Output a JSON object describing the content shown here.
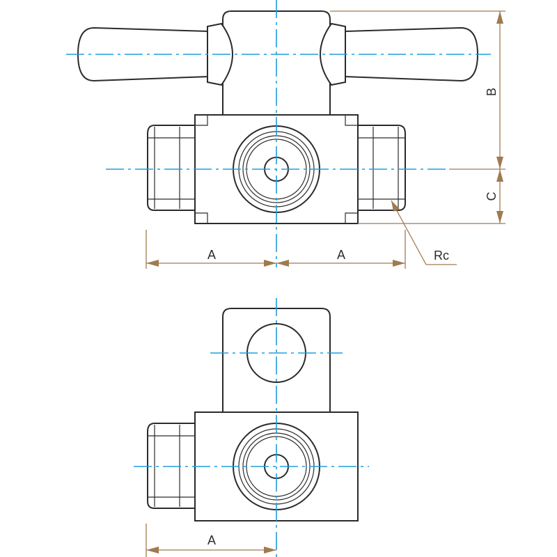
{
  "dimensions": {
    "a_top_left": "A",
    "a_top_right": "A",
    "b": "B",
    "c": "C",
    "thread": "Rc",
    "a_bottom": "A"
  },
  "colors": {
    "outline": "#2b2b2b",
    "center_line": "#1e9ee0",
    "dimension": "#a07a50"
  }
}
